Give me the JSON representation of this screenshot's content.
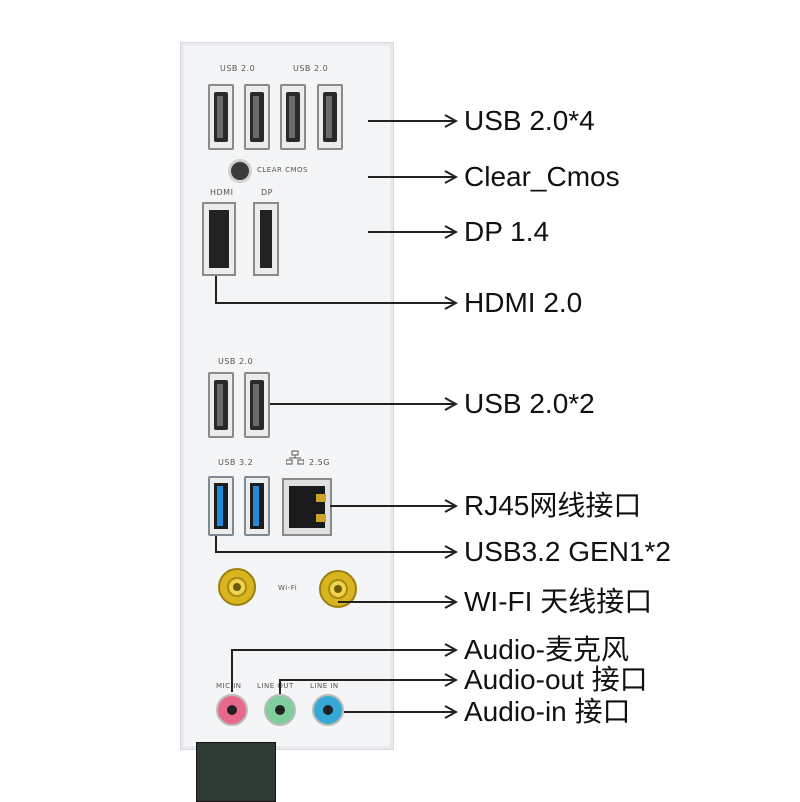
{
  "panel_labels": {
    "usb20_a": "USB 2.0",
    "usb20_b": "USB 2.0",
    "clear_cmos": "CLEAR CMOS",
    "hdmi": "HDMI",
    "dp": "DP",
    "usb20_c": "USB 2.0",
    "usb32": "USB 3.2",
    "lan": "2.5G",
    "wifi": "Wi-Fi",
    "mic_in": "MIC IN",
    "line_out": "LINE OUT",
    "line_in": "LINE IN"
  },
  "callouts": {
    "usb20x4": "USB 2.0*4",
    "clear_cmos": "Clear_Cmos",
    "dp": "DP 1.4",
    "hdmi": "HDMI 2.0",
    "usb20x2": "USB 2.0*2",
    "rj45": "RJ45网线接口",
    "usb32": "USB3.2 GEN1*2",
    "wifi": "WI-FI 天线接口",
    "audio_mic": "Audio-麦克风",
    "audio_out": "Audio-out 接口",
    "audio_in": "Audio-in 接口"
  },
  "colors": {
    "usb3_blue": "#1f8ad9",
    "antenna_gold": "#d8b41d",
    "mic_pink": "#e86a8a",
    "line_out_green": "#7fcf9e",
    "line_in_blue": "#36a9d6"
  }
}
